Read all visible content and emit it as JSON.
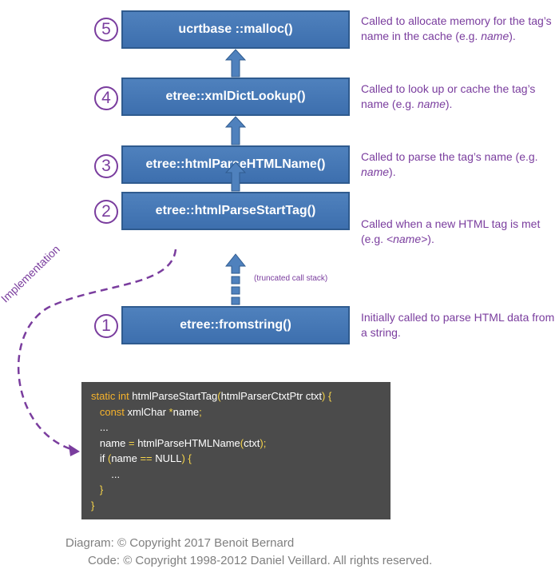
{
  "steps": [
    {
      "num": "5",
      "func": "ucrtbase ::malloc()",
      "desc_a": "Called to allocate memory for the tag’s name in the cache (e.g. ",
      "desc_em": "name",
      "desc_b": ")."
    },
    {
      "num": "4",
      "func": "etree::xmlDictLookup()",
      "desc_a": "Called to look up or cache the tag’s name (e.g. ",
      "desc_em": "name",
      "desc_b": ")."
    },
    {
      "num": "3",
      "func": "etree::htmlParseHTMLName()",
      "desc_a": "Called to parse the tag’s name (e.g. ",
      "desc_em": "name",
      "desc_b": ")."
    },
    {
      "num": "2",
      "func": "etree::htmlParseStartTag()",
      "desc_a": "Called when a new HTML tag is met (e.g. ",
      "desc_em": "<name>",
      "desc_b": ")."
    },
    {
      "num": "1",
      "func": "etree::fromstring()",
      "desc_a": "Initially called to parse HTML data from a string.",
      "desc_em": "",
      "desc_b": ""
    }
  ],
  "truncated_note": "(truncated call stack)",
  "implementation_label": "Implementation",
  "code": {
    "l1_kw": "static int ",
    "l1_a": "htmlParseStartTag",
    "l1_y1": "(",
    "l1_b": "htmlParserCtxtPtr ctxt",
    "l1_y2": ") {",
    "l2_kw": "const ",
    "l2_a": "xmlChar ",
    "l2_y": "*",
    "l2_b": "name",
    "l2_c": ";",
    "l3": "...",
    "l4_a": "name ",
    "l4_y1": "= ",
    "l4_b": "htmlParseHTMLName",
    "l4_y2": "(",
    "l4_c": "ctxt",
    "l4_y3": ");",
    "l5_a": "if ",
    "l5_y1": "(",
    "l5_b": "name ",
    "l5_y2": "== ",
    "l5_c": "NULL",
    "l5_y3": ") {",
    "l6": "...",
    "l7": "}",
    "l8": "}"
  },
  "credits": {
    "diagram": "Diagram: © Copyright 2017 Benoit Bernard",
    "code": "Code: © Copyright 1998-2012  Daniel Veillard. All rights reserved."
  },
  "colors": {
    "purple": "#7a3d9e",
    "box_blue": "#4f81bd",
    "code_bg": "#4b4b4b",
    "code_keyword": "#f7b32b"
  }
}
